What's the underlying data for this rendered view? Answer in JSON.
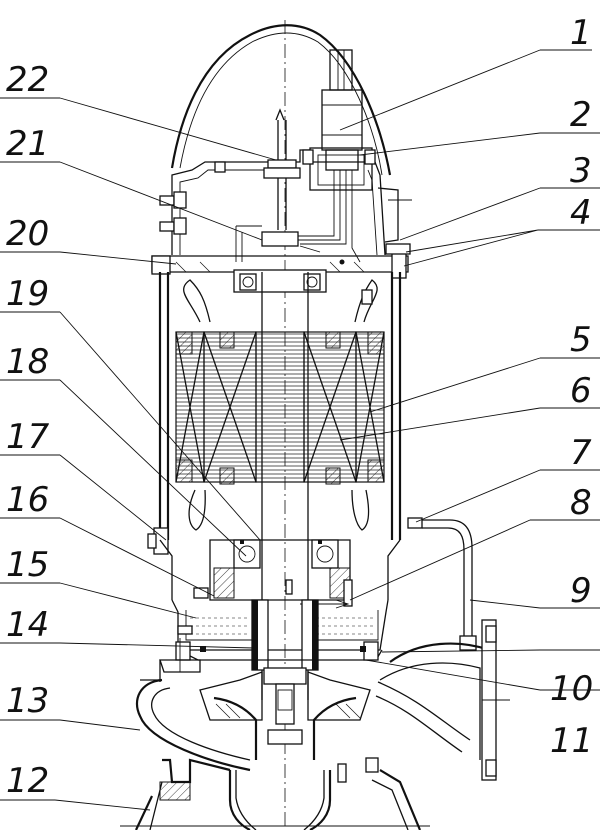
{
  "callouts": [
    {
      "id": 1,
      "label": "1"
    },
    {
      "id": 2,
      "label": "2"
    },
    {
      "id": 3,
      "label": "3"
    },
    {
      "id": 4,
      "label": "4"
    },
    {
      "id": 5,
      "label": "5"
    },
    {
      "id": 6,
      "label": "6"
    },
    {
      "id": 7,
      "label": "7"
    },
    {
      "id": 8,
      "label": "8"
    },
    {
      "id": 9,
      "label": "9"
    },
    {
      "id": 10,
      "label": "10"
    },
    {
      "id": 11,
      "label": "11"
    },
    {
      "id": 12,
      "label": "12"
    },
    {
      "id": 13,
      "label": "13"
    },
    {
      "id": 14,
      "label": "14"
    },
    {
      "id": 15,
      "label": "15"
    },
    {
      "id": 16,
      "label": "16"
    },
    {
      "id": 17,
      "label": "17"
    },
    {
      "id": 18,
      "label": "18"
    },
    {
      "id": 19,
      "label": "19"
    },
    {
      "id": 20,
      "label": "20"
    },
    {
      "id": 21,
      "label": "21"
    },
    {
      "id": 22,
      "label": "22"
    }
  ]
}
